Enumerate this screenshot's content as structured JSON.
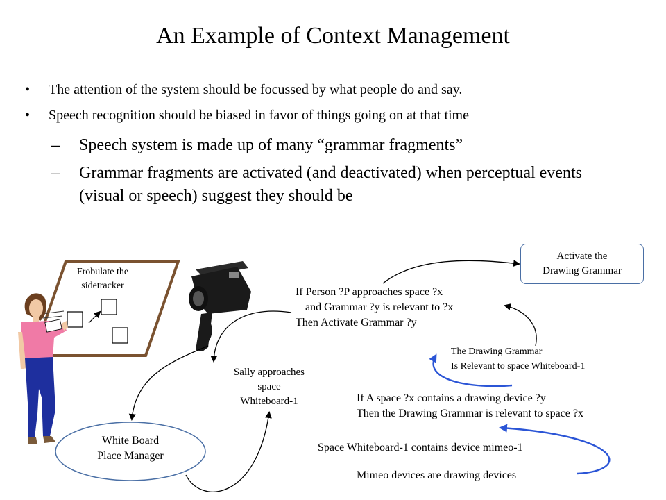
{
  "title": "An Example of Context Management",
  "bullets": [
    "The attention of the system should be focussed by what people do and say.",
    "Speech recognition should be biased in favor of things going on at that time"
  ],
  "sub_bullets": [
    "Speech system is made up of many “grammar fragments”",
    "Grammar fragments are activated (and deactivated) when perceptual events (visual or speech) suggest they should be"
  ],
  "bullet_glyph": "•",
  "dash_glyph": "–",
  "diagram": {
    "whiteboard_text": [
      "Frobulate the",
      "sidetracker"
    ],
    "activate_box": [
      "Activate the",
      "Drawing Grammar"
    ],
    "rule_activate": [
      "If Person ?P approaches space ?x",
      "and Grammar ?y is relevant to ?x",
      "Then Activate Grammar ?y"
    ],
    "sally_event": [
      "Sally approaches",
      "space",
      "Whiteboard-1"
    ],
    "drawing_grammar_fact": [
      "The Drawing Grammar",
      "Is Relevant to space Whiteboard-1"
    ],
    "rule_relevance": [
      "If A space ?x contains a drawing device ?y",
      "Then the Drawing Grammar is relevant to space ?x"
    ],
    "fact_contains": "Space Whiteboard-1 contains device mimeo-1",
    "fact_mimeo": "Mimeo devices are drawing devices",
    "place_manager": [
      "White Board",
      "Place Manager"
    ]
  },
  "colors": {
    "board_frame": "#7a5230",
    "oval_border": "#4a6fa5",
    "arrow_blue": "#2b55d6",
    "shirt": "#f07aa6",
    "pants": "#1e2f9e",
    "camera": "#1a1a1a"
  },
  "icons": [
    "whiteboard-drawing",
    "person-presenter-icon",
    "video-camera-icon"
  ]
}
